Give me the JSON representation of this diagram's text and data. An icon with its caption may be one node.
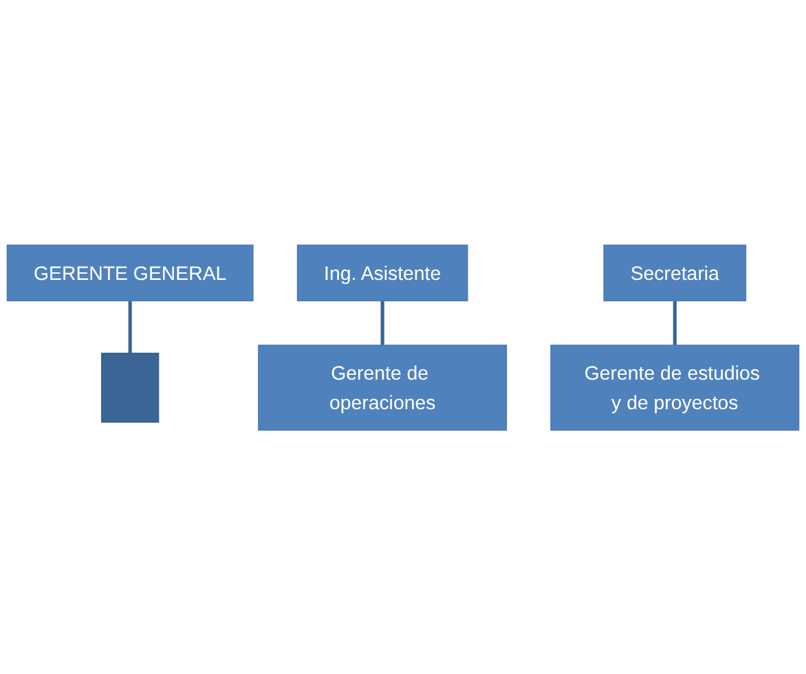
{
  "diagram": {
    "nodes": [
      {
        "text": [
          "GERENTE GENERAL"
        ]
      },
      {
        "text": [
          "Ing. Asistente"
        ]
      },
      {
        "text": [],
        "shape": "box"
      },
      {
        "text": [
          "Secretaria"
        ]
      },
      {
        "text": [
          "Gerente de operaciones"
        ]
      },
      {
        "text": [
          "Gerente de estudios y de proyectos"
        ]
      }
    ],
    "edges": [
      {
        "from": 0,
        "to": 2,
        "arrow": "none"
      },
      {
        "from": 1,
        "to": 4,
        "arrow": "none"
      },
      {
        "from": 3,
        "to": 5,
        "arrow": "none"
      }
    ]
  }
}
